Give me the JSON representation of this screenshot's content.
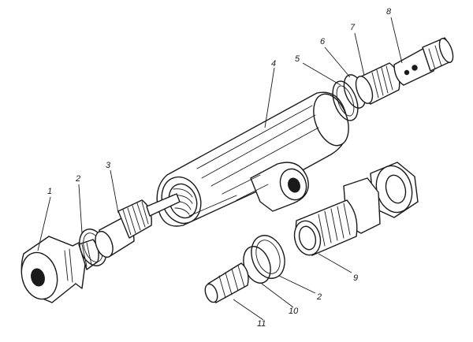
{
  "callouts": {
    "c1": "1",
    "c2a": "2",
    "c3": "3",
    "c4": "4",
    "c5": "5",
    "c6": "6",
    "c7": "7",
    "c8": "8",
    "c9": "9",
    "c2b": "2",
    "c10": "10",
    "c11": "11"
  }
}
